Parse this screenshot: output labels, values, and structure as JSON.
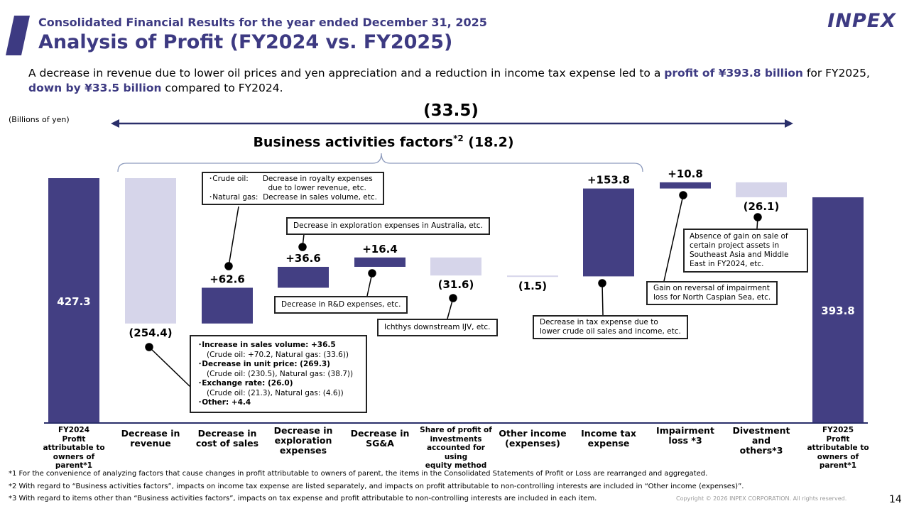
{
  "header": {
    "subtitle": "Consolidated Financial Results for the year ended December 31, 2025",
    "title": "Analysis of Profit (FY2024 vs. FY2025)",
    "logo": "INPEX"
  },
  "lead": {
    "part1": "A decrease in revenue due to lower oil prices and yen appreciation and a reduction in income tax expense led to a ",
    "bold1": "profit of ¥393.8 billion",
    "part2": " for FY2025, ",
    "bold2": "down by ¥33.5 billion",
    "part3": " compared to FY2024."
  },
  "unit": "(Billions of yen)",
  "total_change": "(33.5)",
  "business_factors": {
    "label": "Business activities factors",
    "sup": "*2",
    "value": " (18.2)"
  },
  "colors": {
    "increase": "#433f83",
    "decrease": "#d6d5ea",
    "title": "#3d3a82"
  },
  "chart_data": {
    "type": "waterfall",
    "ylim": [
      0,
      430
    ],
    "categories": [
      "FY2024 Profit attributable to owners of parent*1",
      "Decrease in revenue",
      "Decrease in cost of sales",
      "Decrease in exploration expenses",
      "Decrease in SG&A",
      "Share of profit of investments accounted for using equity method",
      "Other income (expenses)",
      "Income tax expense",
      "Impairment loss*3",
      "Divestment and others*3",
      "FY2025 Profit attributable to owners of parent*1"
    ],
    "kinds": [
      "total",
      "delta",
      "delta",
      "delta",
      "delta",
      "delta",
      "delta",
      "delta",
      "delta",
      "delta",
      "total"
    ],
    "values": [
      427.3,
      -254.4,
      62.6,
      36.6,
      16.4,
      -31.6,
      -1.5,
      153.8,
      10.8,
      -26.1,
      393.8
    ],
    "labels": [
      "427.3",
      "(254.4)",
      "+62.6",
      "+36.6",
      "+16.4",
      "(31.6)",
      "(1.5)",
      "+153.8",
      "+10.8",
      "(26.1)",
      "393.8"
    ]
  },
  "categories_display": [
    {
      "l": "FY2024\nProfit\nattributable to\nowners of parent*1"
    },
    {
      "l": "Decrease in\nrevenue"
    },
    {
      "l": "Decrease in\ncost of sales"
    },
    {
      "l": "Decrease in\nexploration\nexpenses"
    },
    {
      "l": "Decrease in\nSG&A"
    },
    {
      "l": "Share of profit of\ninvestments\naccounted for using\nequity method"
    },
    {
      "l": "Other income\n(expenses)"
    },
    {
      "l": "Income tax\nexpense"
    },
    {
      "l": "Impairment\nloss *3"
    },
    {
      "l": "Divestment\nand\nothers*3"
    },
    {
      "l": "FY2025\nProfit\nattributable to\nowners of parent*1"
    }
  ],
  "callouts": {
    "cost_of_sales": [
      "･Crude oil:      Decrease in royalty expenses",
      "                         due to lower revenue, etc.",
      "･Natural gas:  Decrease in sales volume, etc."
    ],
    "exploration": "Decrease in exploration expenses in Australia, etc.",
    "sga": "Decrease in R&D expenses, etc.",
    "equity": "Ichthys downstream IJV, etc.",
    "tax": [
      "Decrease in tax expense due to",
      "lower crude oil sales and income, etc."
    ],
    "impairment": [
      "Gain on reversal of impairment",
      "loss for North Caspian Sea, etc."
    ],
    "divestment": [
      "Absence of gain on sale of",
      "certain project assets in",
      "Southeast Asia and Middle",
      "East in FY2024, etc."
    ],
    "revenue": [
      {
        "b": "･Increase in sales volume: +36.5",
        "n": "(Crude oil: +70.2, Natural gas: (33.6))"
      },
      {
        "b": "･Decrease in unit price: (269.3)",
        "n": "(Crude oil: (230.5), Natural gas: (38.7))"
      },
      {
        "b": "･Exchange rate: (26.0)",
        "n": "(Crude oil: (21.3), Natural gas: (4.6))"
      },
      {
        "b": "･Other: +4.4",
        "n": ""
      }
    ]
  },
  "footnotes": [
    "*1  For the convenience of analyzing factors that cause changes in profit attributable to owners of parent, the items in the Consolidated Statements of Profit or Loss are rearranged and aggregated.",
    "*2  With regard to “Business activities factors”, impacts on income tax expense are listed separately, and impacts on profit attributable to non-controlling interests are included in “Other income (expenses)”.",
    "*3  With regard to items other than “Business activities factors”, impacts on tax expense and profit attributable to non-controlling interests are included in each item."
  ],
  "copyright": "Copyright © 2026 INPEX CORPORATION. All rights reserved.",
  "page_number": "14"
}
